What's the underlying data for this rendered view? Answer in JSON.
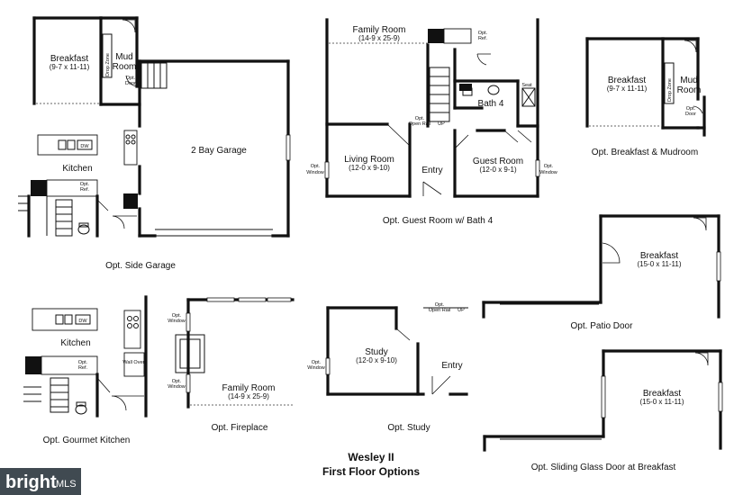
{
  "title": {
    "line1": "Wesley II",
    "line2": "First Floor Options"
  },
  "watermark": {
    "brand": "bright",
    "suffix": "MLS"
  },
  "captions": {
    "side_garage": "Opt. Side Garage",
    "guest_room": "Opt. Guest Room w/ Bath 4",
    "breakfast_mudroom": "Opt. Breakfast & Mudroom",
    "patio_door": "Opt. Patio Door",
    "gourmet_kitchen": "Opt. Gourmet Kitchen",
    "fireplace": "Opt. Fireplace",
    "study": "Opt. Study",
    "sliding_door": "Opt. Sliding Glass Door at Breakfast"
  },
  "rooms": {
    "breakfast_a": {
      "name": "Breakfast",
      "dim": "(9-7 x 11-11)"
    },
    "mud_a": {
      "line1": "Mud",
      "line2": "Room"
    },
    "garage": {
      "name": "2 Bay Garage"
    },
    "kitchen_a": {
      "name": "Kitchen"
    },
    "family_top": {
      "name": "Family Room",
      "dim": "(14-9 x 25-9)"
    },
    "bath4": {
      "name": "Bath 4"
    },
    "living": {
      "name": "Living Room",
      "dim": "(12-0 x 9-10)"
    },
    "entry_top": {
      "name": "Entry"
    },
    "guest": {
      "name": "Guest Room",
      "dim": "(12-0 x 9-1)"
    },
    "breakfast_b": {
      "name": "Breakfast",
      "dim": "(9-7 x 11-11)"
    },
    "mud_b": {
      "line1": "Mud",
      "line2": "Room"
    },
    "breakfast_patio": {
      "name": "Breakfast",
      "dim": "(15-0 x 11-11)"
    },
    "kitchen_b": {
      "name": "Kitchen"
    },
    "family_fire": {
      "name": "Family Room",
      "dim": "(14-9 x 25-9)"
    },
    "study": {
      "name": "Study",
      "dim": "(12-0 x 9-10)"
    },
    "entry_study": {
      "name": "Entry"
    },
    "breakfast_slide": {
      "name": "Breakfast",
      "dim": "(15-0 x 11-11)"
    }
  },
  "labels": {
    "drop_zone": "Drop Zone",
    "opt": "Opt.",
    "door": "Door",
    "ref": "Ref.",
    "window": "Window",
    "dw": "DW",
    "up": "UP",
    "seat": "Seat",
    "wall_oven": "Wall Oven",
    "open_rail": "Open Rail",
    "opt_window": "Opt. Window",
    "opt_ref": "Opt. Ref.",
    "opt_door": "Opt. Door"
  }
}
